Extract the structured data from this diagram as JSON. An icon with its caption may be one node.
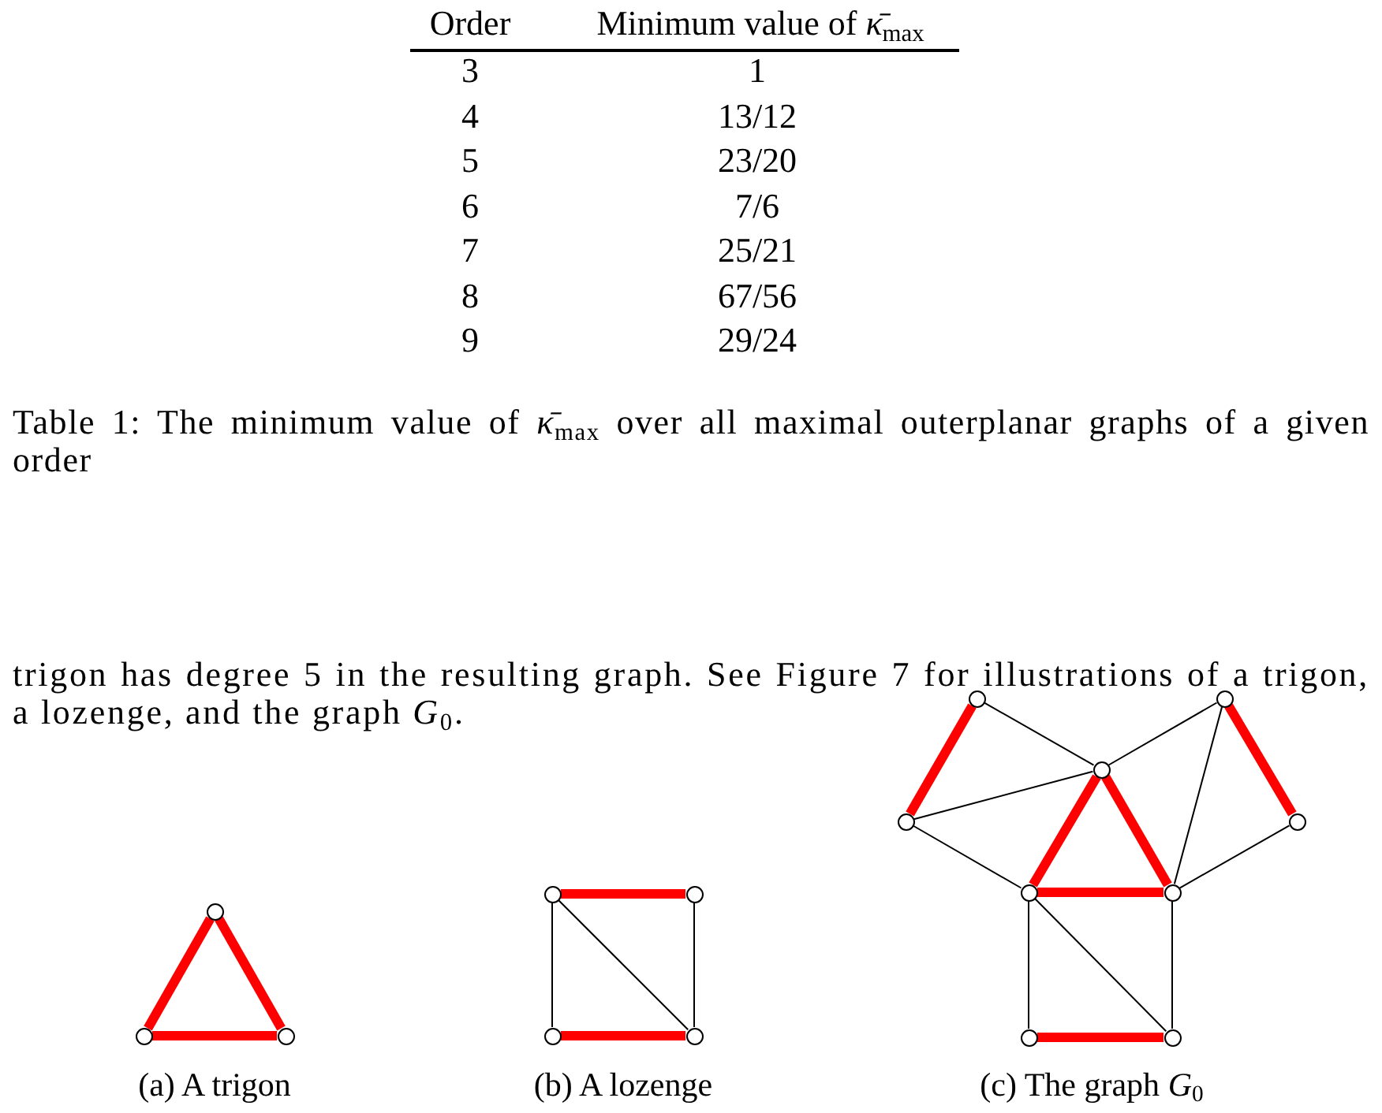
{
  "diagram": {
    "caption": "Table 1: The minimum value of *κ̄*$_{max}$ over all maximal outerplanar graphs of a given order",
    "nodes": [
      {
        "text": [],
        "shape": "circle"
      },
      {
        "text": [],
        "shape": "circle"
      },
      {
        "text": [],
        "shape": "circle"
      },
      {
        "text": [],
        "shape": "circle"
      },
      {
        "text": [],
        "shape": "circle"
      },
      {
        "text": [],
        "shape": "circle"
      },
      {
        "text": [],
        "shape": "circle"
      },
      {
        "text": [],
        "shape": "circle"
      },
      {
        "text": [],
        "shape": "circle"
      },
      {
        "text": [],
        "shape": "circle"
      },
      {
        "text": [],
        "shape": "circle"
      },
      {
        "text": [],
        "shape": "circle"
      },
      {
        "text": [],
        "shape": "circle"
      },
      {
        "text": [],
        "shape": "circle"
      },
      {
        "text": [],
        "shape": "circle"
      },
      {
        "text": [],
        "shape": "circle"
      }
    ],
    "edges": [
      {
        "from": 0,
        "to": 1,
        "arrow": "none",
        "style": "thick",
        "color": "#ff0000"
      },
      {
        "from": 0,
        "to": 2,
        "arrow": "none",
        "style": "thick",
        "color": "#ff0000"
      },
      {
        "from": 1,
        "to": 2,
        "arrow": "none",
        "style": "thick",
        "color": "#ff0000"
      },
      {
        "from": 3,
        "to": 4,
        "arrow": "none",
        "style": "thick",
        "color": "#ff0000"
      },
      {
        "from": 3,
        "to": 5,
        "arrow": "none"
      },
      {
        "from": 3,
        "to": 6,
        "arrow": "none"
      },
      {
        "from": 4,
        "to": 6,
        "arrow": "none"
      },
      {
        "from": 5,
        "to": 6,
        "arrow": "none",
        "style": "thick",
        "color": "#ff0000"
      },
      {
        "from": 7,
        "to": 10,
        "arrow": "none",
        "style": "thick",
        "color": "#ff0000"
      },
      {
        "from": 7,
        "to": 9,
        "arrow": "none"
      },
      {
        "from": 8,
        "to": 9,
        "arrow": "none"
      },
      {
        "from": 8,
        "to": 11,
        "arrow": "none",
        "style": "thick",
        "color": "#ff0000"
      },
      {
        "from": 8,
        "to": 13,
        "arrow": "none"
      },
      {
        "from": 10,
        "to": 9,
        "arrow": "none"
      },
      {
        "from": 9,
        "to": 12,
        "arrow": "none",
        "style": "thick",
        "color": "#ff0000"
      },
      {
        "from": 9,
        "to": 13,
        "arrow": "none",
        "style": "thick",
        "color": "#ff0000"
      },
      {
        "from": 10,
        "to": 12,
        "arrow": "none"
      },
      {
        "from": 11,
        "to": 13,
        "arrow": "none"
      },
      {
        "from": 12,
        "to": 13,
        "arrow": "none",
        "style": "thick",
        "color": "#ff0000"
      },
      {
        "from": 12,
        "to": 14,
        "arrow": "none"
      },
      {
        "from": 12,
        "to": 15,
        "arrow": "none"
      },
      {
        "from": 13,
        "to": 15,
        "arrow": "none"
      },
      {
        "from": 14,
        "to": 15,
        "arrow": "none",
        "style": "thick",
        "color": "#ff0000"
      }
    ],
    "labels": [
      "Order",
      "Minimum value of *κ̄*$_{max}$",
      "3",
      "1",
      "4",
      "13/12",
      "5",
      "23/20",
      "6",
      "7/6",
      "7",
      "25/21",
      "8",
      "67/56",
      "9",
      "29/24",
      "trigon has degree 5 in the resulting graph. See Figure 7 for illustrations of a trigon, a lozenge, and the graph *G*$_{0}$.",
      "(a) A trigon",
      "(b) A lozenge",
      "(c) The graph *G*$_{0}$"
    ]
  }
}
